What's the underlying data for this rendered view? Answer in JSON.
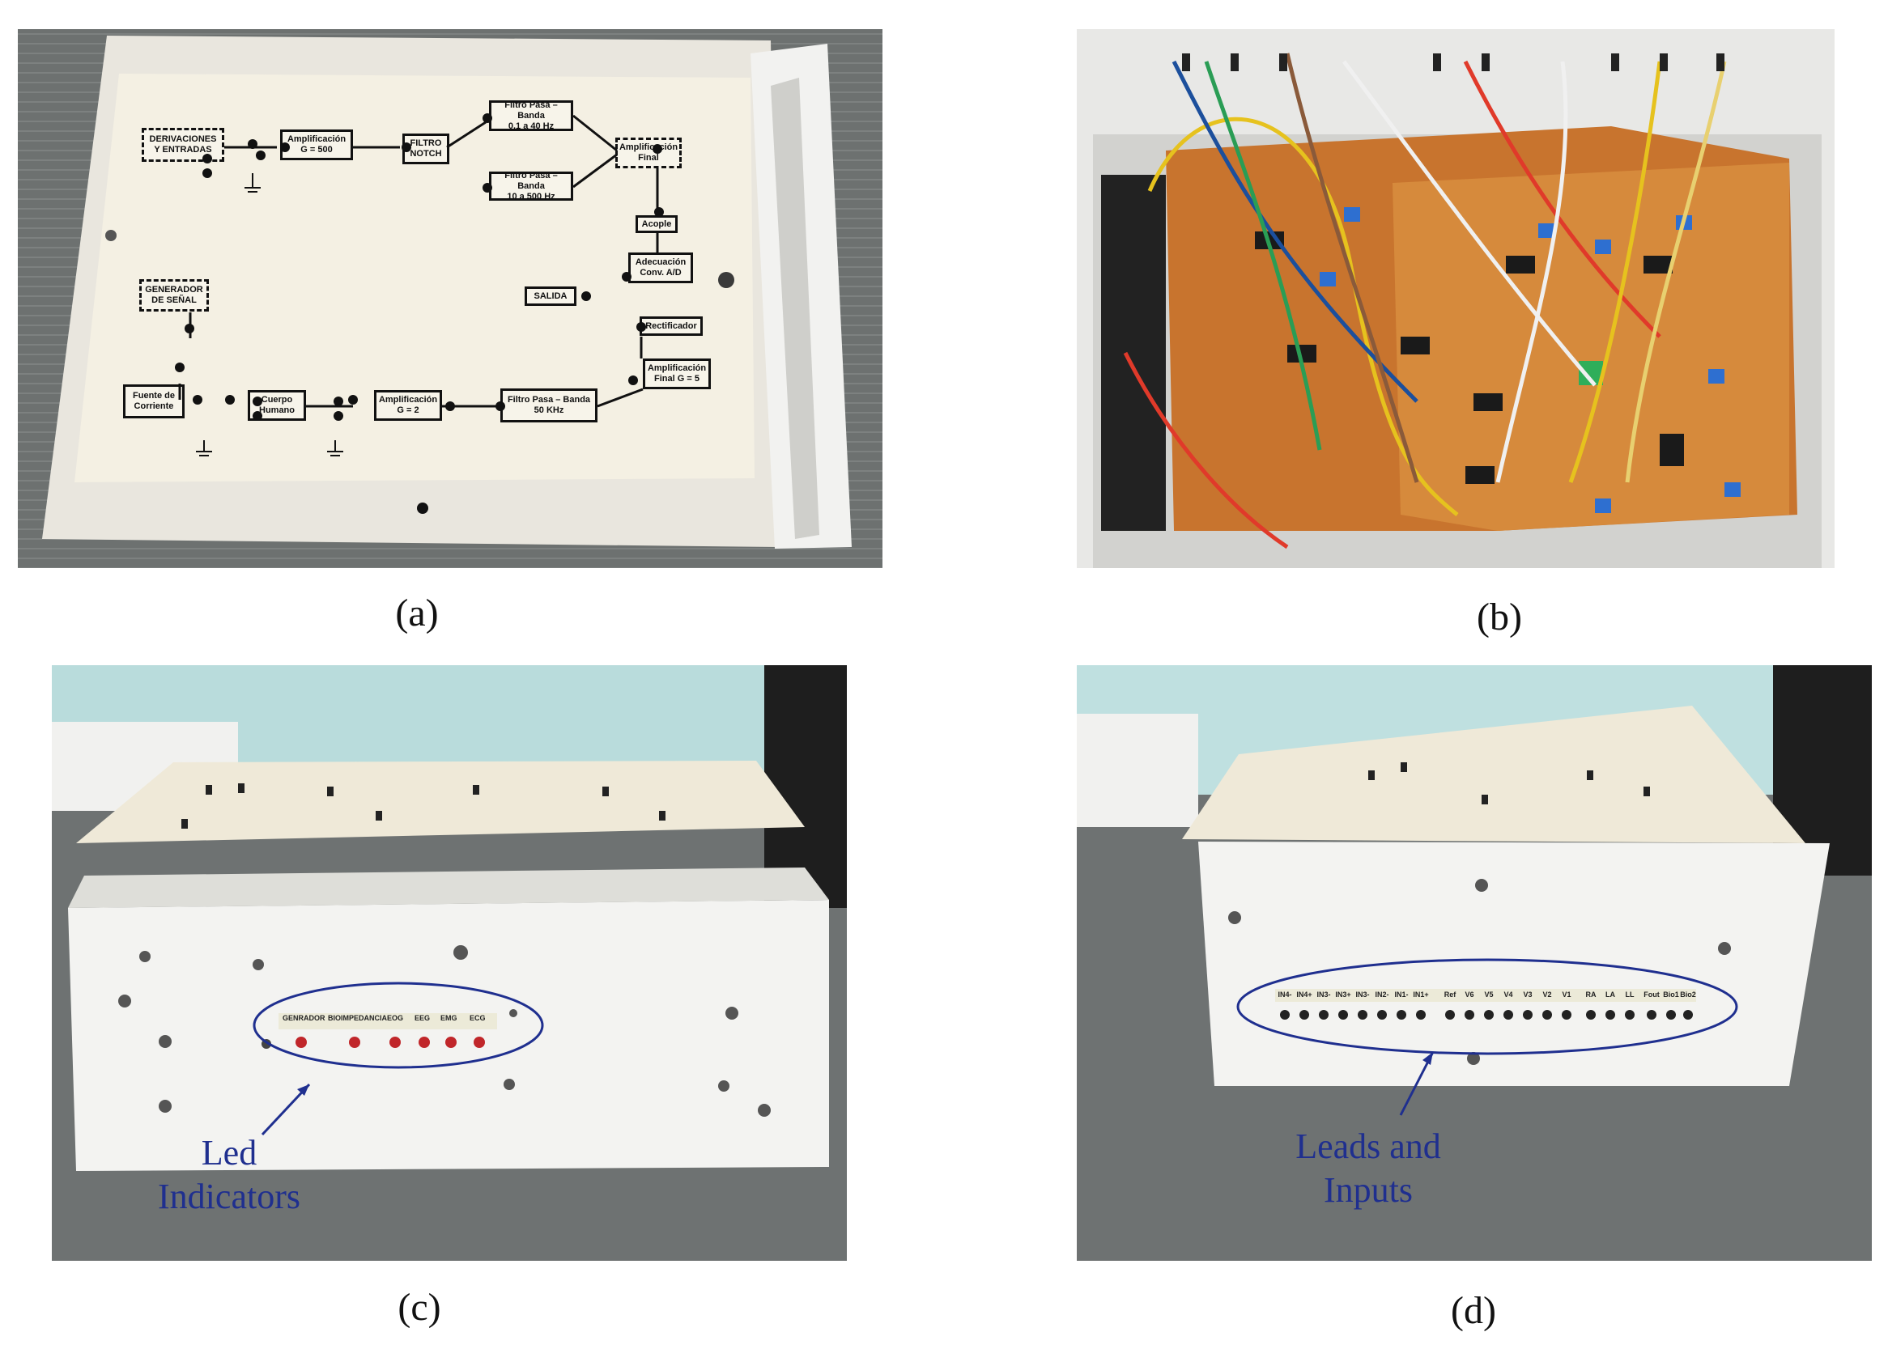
{
  "captions": [
    "(a)",
    "(b)",
    "(c)",
    "(d)"
  ],
  "panel_a": {
    "blocks": [
      "DERIVACIONES\nY ENTRADAS",
      "Amplificación\nG = 500",
      "FILTRO\nNOTCH",
      "Filtro Pasa – Banda\n0.1 a 40 Hz",
      "Filtro Pasa – Banda\n10 a 500 Hz",
      "Amplificación\nFinal",
      "Acople",
      "Adecuación\nConv. A/D",
      "SALIDA",
      "GENERADOR\nDE SEÑAL",
      "Rectificador",
      "Amplificación\nFinal G = 5",
      "Fuente de\nCorriente",
      "Cuerpo\nHumano",
      "Amplificación\nG = 2",
      "Filtro Pasa – Banda\n50 KHz"
    ]
  },
  "panel_c": {
    "led_labels": [
      "GENRADOR",
      "BIOIMPEDANCIA",
      "EOG",
      "EEG",
      "EMG",
      "ECG"
    ],
    "annotation": "Led\nIndicators"
  },
  "panel_d": {
    "jack_labels": [
      "IN4-",
      "IN4+",
      "IN3-",
      "IN3+",
      "IN3-",
      "IN2-",
      "IN1-",
      "IN1+",
      "Ref",
      "V6",
      "V5",
      "V4",
      "V3",
      "V2",
      "V1",
      "RA",
      "LA",
      "LL",
      "Fout",
      "Bio1",
      "Bio2"
    ],
    "annotation": "Leads and\nInputs"
  },
  "colors": {
    "annotation": "#1f2f8f",
    "pcb": "#c8742e",
    "desk": "#6b6f6e"
  }
}
